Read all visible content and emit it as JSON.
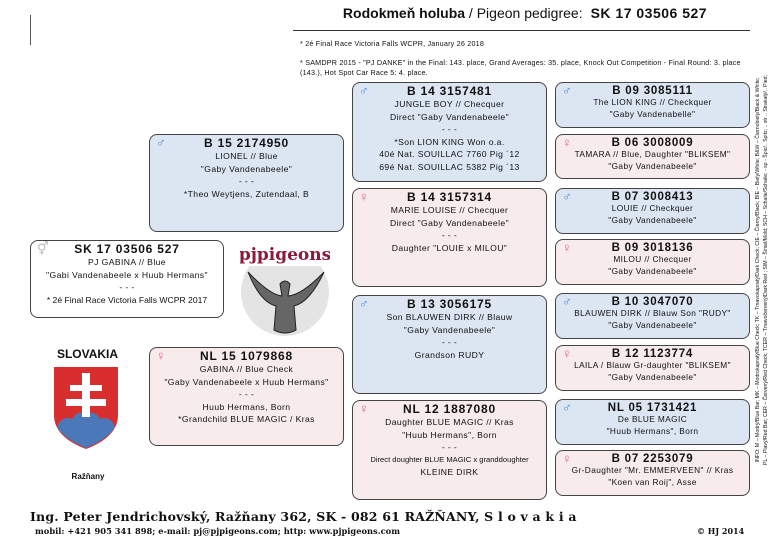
{
  "header": {
    "title_sk": "Rodokmeň holuba",
    "title_sep": " / Pigeon pedigree:",
    "ring": "SK 17 03506 527"
  },
  "notes": [
    "* 2é Final Race Victoria Falls WCPR, January 26 2018",
    "* SAMDPR 2015 - \"PJ DANKE\"  in the Final: 143. place, Grand Averages: 35. place, Knock Out Competition - Final Round: 3. place (143.), Hot Spot Car Race 5: 4. place."
  ],
  "pigeons": [
    {
      "sex": "u",
      "ring": "SK 17 03506 527",
      "lines": [
        "PJ GABINA // Blue",
        "\"Gabi Vandenabeele x Huub Hermans\"",
        "- - -",
        "* 2é Final Race Victoria Falls WCPR 2017"
      ]
    },
    {
      "sex": "m",
      "ring": "B 15 2174950",
      "lines": [
        "LIONEL // Blue",
        "\"Gaby Vandenabeele\"",
        "- - -",
        "*Theo Weytjens, Zutendaal, B"
      ]
    },
    {
      "sex": "f",
      "ring": "NL 15 1079868",
      "lines": [
        "GABINA // Blue Check",
        "\"Gaby Vandenabeele x Huub Hermans\"",
        "- - -",
        "Huub Hermans, Born",
        "*Grandchild BLUE MAGIC / Kras"
      ]
    },
    {
      "sex": "m",
      "ring": "B 14 3157481",
      "lines": [
        "JUNGLE BOY // Checquer",
        "Direct \"Gaby Vandenabeele\"",
        "- - -",
        "*Son LION KING Won o.a.",
        "40é Nat. SOUILLAC 7760 Pig ´12",
        "69é Nat. SOUILLAC 5382 Pig ´13"
      ]
    },
    {
      "sex": "f",
      "ring": "B 14 3157314",
      "lines": [
        "MARIE LOUISE // Checquer",
        "Direct \"Gaby Vandenabeele\"",
        "- - -",
        "Daughter \"LOUIE x MILOU\""
      ]
    },
    {
      "sex": "m",
      "ring": "B 13 3056175",
      "lines": [
        "Son BLAUWEN DIRK // Blauw",
        "\"Gaby Vandenabeele\"",
        "- - -",
        "Grandson RUDY"
      ]
    },
    {
      "sex": "f",
      "ring": "NL 12 1887080",
      "lines": [
        "Daughter BLUE MAGIC // Kras",
        "\"Huub Hermans\", Born",
        "- - -",
        "Direct doughter BLUE MAGIC x granddoughter",
        "KLEINE DIRK"
      ]
    },
    {
      "sex": "m",
      "ring": "B 09 3085111",
      "lines": [
        "The LION KING // Checkquer",
        "\"Gaby Vandenabelle\""
      ]
    },
    {
      "sex": "f",
      "ring": "B 06 3008009",
      "lines": [
        "TAMARA // Blue, Daughter \"BLIKSEM\"",
        "\"Gaby Vandenabeele\""
      ]
    },
    {
      "sex": "m",
      "ring": "B 07 3008413",
      "lines": [
        "LOUIE // Checkquer",
        "\"Gaby Vandenabeele\""
      ]
    },
    {
      "sex": "f",
      "ring": "B 09 3018136",
      "lines": [
        "MILOU // Checquer",
        "\"Gaby Vandenabeele\""
      ]
    },
    {
      "sex": "m",
      "ring": "B 10 3047070",
      "lines": [
        "BLAUWEN DIRK // Blauw Son \"RUDY\"",
        "\"Gaby Vandenabeele\""
      ]
    },
    {
      "sex": "f",
      "ring": "B 12 1123774",
      "lines": [
        "LAILA / Blauw Gr-daughter \"BLIKSEM\"",
        "\"Gaby Vandenabeele\""
      ]
    },
    {
      "sex": "m",
      "ring": "NL 05 1731421",
      "lines": [
        "De BLUE MAGIC",
        "\"Huub Hermans\", Born"
      ]
    },
    {
      "sex": "f",
      "ring": "B 07 2253079",
      "lines": [
        "Gr-Daughter \"Mr. EMMERVEEN\" // Kras",
        "\"Koen van Roij\", Asse"
      ]
    }
  ],
  "logo_text": "pjpigeons",
  "country": "SLOVAKIA",
  "town": "Ražňany",
  "footer": {
    "address": "Ing. Peter Jendrichovský, Ražňany 362, SK - 082 61 RAŽŇANY, S l o v a k i a",
    "contact": "mobil: +421 905 341 898; e-mail: pj@pjpigeons.com; http: www.pjpigeons.com",
    "copyright": "© HJ 2014"
  },
  "info": [
    "INFO: M – Modrý/Blue Bar; MK – Modrokapratý/Blue Check; TK – Tmavokapratý/Dark Check; CIE – Čierny/Black; BIE – Biely/White; B&W – Čiernobiely/Black & White;",
    "PL – Plavý/Red Bar; CER – Červený/Red Check; TCER – Tmavočervený/Dark Red ; SIM – Šimel/Mold; SCH – Schalie/Schalie; - sp - Špic/.. Spitz; .. str .. Strakatý/.. Pied;"
  ],
  "colors": {
    "male_bg": "#dce6f2",
    "female_bg": "#f7ebeb",
    "male_icon": "#4a8fe0",
    "female_icon": "#e0609a"
  }
}
